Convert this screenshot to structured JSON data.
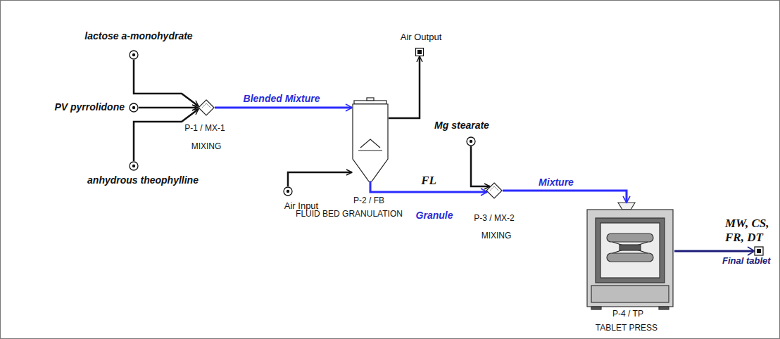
{
  "diagram": {
    "nodes": [
      {
        "text": [
          "lactose a-monohydrate"
        ]
      },
      {
        "text": [
          "PV pyrrolidone"
        ]
      },
      {
        "text": [
          "anhydrous theophylline"
        ]
      },
      {
        "text": [
          "P-1 / MX-1",
          "MIXING"
        ]
      },
      {
        "text": [
          "Air Output"
        ]
      },
      {
        "text": [
          "Air Input"
        ]
      },
      {
        "text": [
          "P-2 / FB",
          "FLUID BED GRANULATION"
        ]
      },
      {
        "text": [
          "Mg stearate"
        ]
      },
      {
        "text": [
          "P-3 / MX-2",
          "MIXING"
        ]
      },
      {
        "text": [
          "P-4 / TP",
          "TABLET PRESS"
        ]
      }
    ],
    "edges": [
      {
        "from": 0,
        "to": 3,
        "arrow": "to"
      },
      {
        "from": 1,
        "to": 3,
        "arrow": "to"
      },
      {
        "from": 2,
        "to": 3,
        "arrow": "to"
      },
      {
        "from": 3,
        "to": 6,
        "label": "Blended Mixture",
        "arrow": "to"
      },
      {
        "from": 6,
        "to": 4,
        "arrow": "to"
      },
      {
        "from": 5,
        "to": 6,
        "arrow": "to"
      },
      {
        "from": 6,
        "to": 8,
        "label": "Granule",
        "arrow": "to"
      },
      {
        "from": 7,
        "to": 8,
        "arrow": "to"
      },
      {
        "from": 8,
        "to": 9,
        "label": "Mixture",
        "arrow": "to"
      }
    ],
    "labels": [
      "FL",
      "MW, CS, FR, DT",
      "Final tablet"
    ]
  }
}
